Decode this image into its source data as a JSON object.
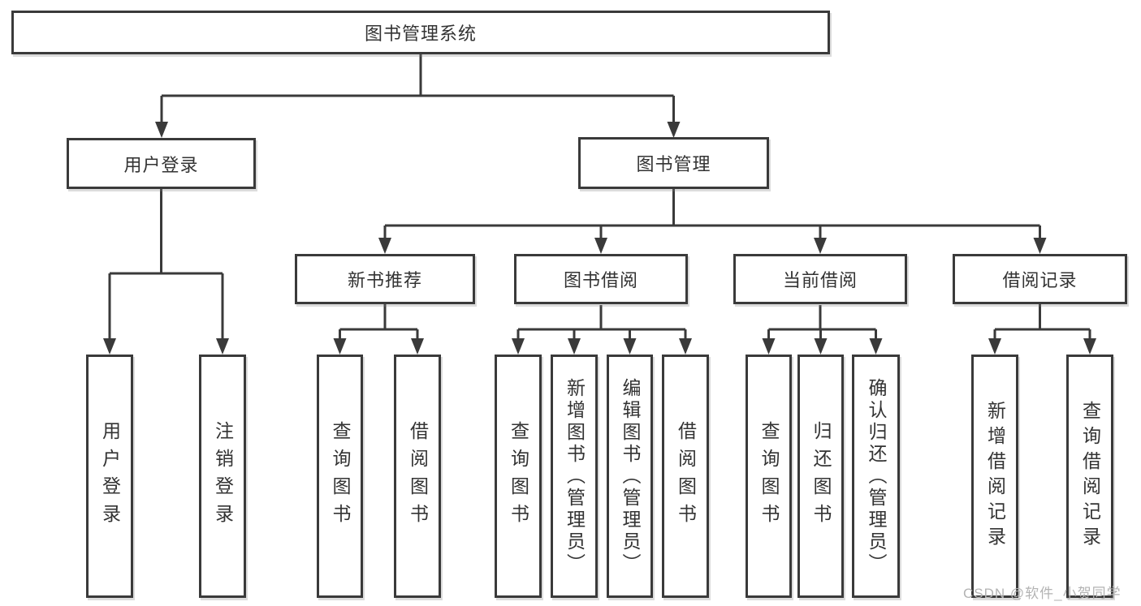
{
  "diagram": {
    "title": "图书管理系统",
    "tree": {
      "root": "图书管理系统",
      "level2": [
        {
          "label": "用户登录",
          "children": [
            "用户登录",
            "注销登录"
          ]
        },
        {
          "label": "图书管理",
          "children": [
            {
              "label": "新书推荐",
              "children": [
                "查询图书",
                "借阅图书"
              ]
            },
            {
              "label": "图书借阅",
              "children": [
                "查询图书",
                "新增图书（管理员）",
                "编辑图书（管理员）",
                "借阅图书"
              ]
            },
            {
              "label": "当前借阅",
              "children": [
                "查询图书",
                "归还图书",
                "确认归还（管理员）"
              ]
            },
            {
              "label": "借阅记录",
              "children": [
                "新增借阅记录",
                "查询借阅记录"
              ]
            }
          ]
        }
      ]
    },
    "colors": {
      "line": "#3a3a3a",
      "text": "#333333",
      "background": "#ffffff",
      "watermark": "#b3b3b3"
    }
  },
  "watermark": {
    "text": "CSDN @软件_小贺同学"
  }
}
